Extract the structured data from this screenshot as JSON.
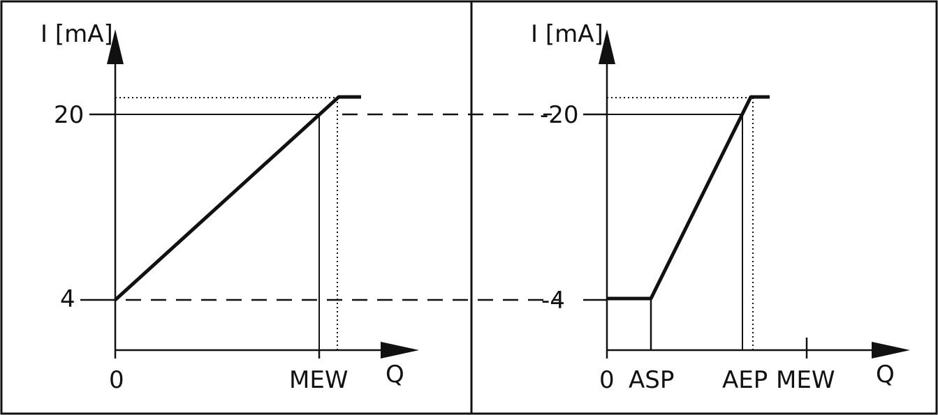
{
  "left_panel": {
    "y_axis_label": "I [mA]",
    "x_axis_label": "Q",
    "y_ticks": [
      "20",
      "4"
    ],
    "x_ticks": [
      "0",
      "MEW"
    ]
  },
  "right_panel": {
    "y_axis_label": "I [mA]",
    "x_axis_label": "Q",
    "y_ticks": [
      "-20",
      "-4"
    ],
    "x_ticks": [
      "0",
      "ASP",
      "AEP",
      "MEW"
    ]
  },
  "colors": {
    "ink": "#111111",
    "background": "#ffffff"
  }
}
